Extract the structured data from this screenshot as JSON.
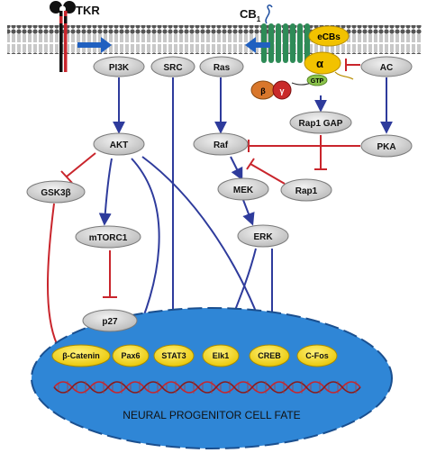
{
  "colors": {
    "node_fill": "#c9c9c9",
    "node_stroke": "#7a7a7a",
    "activation_arrow": "#2e3b9c",
    "inhibition": "#c9252c",
    "nucleus_fill": "#2f86d6",
    "nucleus_stroke": "#1a4f8f",
    "tf_fill": "#f4d400",
    "membrane_head": "#555555",
    "receptor_green": "#2e8b57",
    "ecb_fill": "#f2c200",
    "g_alpha": "#f2c200",
    "g_beta": "#d9772b",
    "g_gamma": "#c92a2a",
    "gtp_fill": "#8bc34a"
  },
  "receptors": {
    "tkr": "TKR",
    "cb1": "CB",
    "cb1_sub": "1",
    "ecbs": "eCBs"
  },
  "gprotein": {
    "alpha": "α",
    "beta": "β",
    "gamma": "γ",
    "gtp": "GTP"
  },
  "nodes": {
    "pi3k": "PI3K",
    "src": "SRC",
    "ras": "Ras",
    "ac": "AC",
    "akt": "AKT",
    "rap1gap": "Rap1 GAP",
    "raf": "Raf",
    "pka": "PKA",
    "gsk3b": "GSK3β",
    "mek": "MEK",
    "rap1": "Rap1",
    "mtorc1": "mTORC1",
    "erk": "ERK",
    "p27": "p27"
  },
  "nucleus": {
    "factors": [
      "β-Catenin",
      "Pax6",
      "STAT3",
      "Elk1",
      "CREB",
      "C-Fos"
    ],
    "caption": "NEURAL PROGENITOR CELL FATE"
  }
}
